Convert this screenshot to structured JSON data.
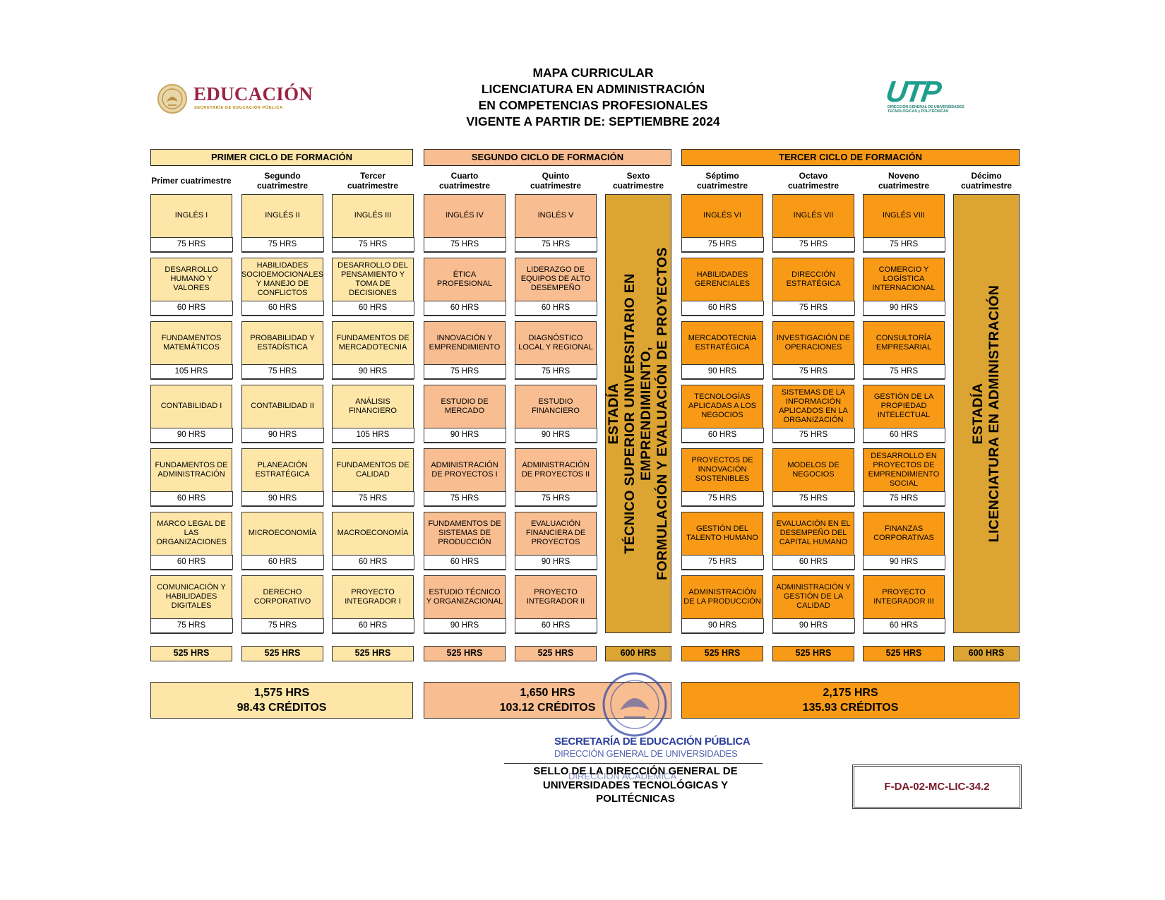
{
  "header": {
    "title_lines": [
      "MAPA CURRICULAR",
      "LICENCIATURA EN ADMINISTRACIÓN",
      "EN COMPETENCIAS PROFESIONALES",
      "VIGENTE A PARTIR DE: SEPTIEMBRE 2024"
    ],
    "logo_left": {
      "word": "EDUCACIÓN",
      "subtitle": "SECRETARÍA DE EDUCACIÓN PÚBLICA"
    },
    "logo_right": {
      "mark": "UTP",
      "subtitle": [
        "DIRECCIÓN GENERAL DE UNIVERSIDADES",
        "TECNOLÓGICAS y POLITÉCNICAS"
      ]
    }
  },
  "colors": {
    "cycle1": "#fde6a8",
    "cycle2": "#f8bd91",
    "cycle3": "#f99a16",
    "stay": "#dca432"
  },
  "cycles": [
    {
      "label": "PRIMER CICLO DE FORMACIÓN",
      "total_hours": "1,575 HRS",
      "total_credits": "98.43 CRÉDITOS"
    },
    {
      "label": "SEGUNDO CICLO DE FORMACIÓN",
      "total_hours": "1,650 HRS",
      "total_credits": "103.12 CRÉDITOS"
    },
    {
      "label": "TERCER CICLO DE FORMACIÓN",
      "total_hours": "2,175 HRS",
      "total_credits": "135.93 CRÉDITOS"
    }
  ],
  "terms": [
    {
      "label_lines": [
        "Primer cuatrimestre"
      ],
      "total": "525 HRS",
      "subjects": [
        {
          "name": "INGLÉS I",
          "hours": "75 HRS"
        },
        {
          "name": "DESARROLLO HUMANO Y VALORES",
          "hours": "60 HRS"
        },
        {
          "name": "FUNDAMENTOS MATEMÁTICOS",
          "hours": "105 HRS"
        },
        {
          "name": "CONTABILIDAD I",
          "hours": "90 HRS"
        },
        {
          "name": "FUNDAMENTOS DE ADMINISTRACIÓN",
          "hours": "60 HRS"
        },
        {
          "name": "MARCO LEGAL DE LAS ORGANIZACIONES",
          "hours": "60 HRS"
        },
        {
          "name": "COMUNICACIÓN Y HABILIDADES DIGITALES",
          "hours": "75 HRS"
        }
      ]
    },
    {
      "label_lines": [
        "Segundo",
        "cuatrimestre"
      ],
      "total": "525 HRS",
      "subjects": [
        {
          "name": "INGLÉS II",
          "hours": "75 HRS"
        },
        {
          "name": "HABILIDADES SOCIOEMOCIONALES Y MANEJO DE CONFLICTOS",
          "hours": "60 HRS"
        },
        {
          "name": "PROBABILIDAD Y ESTADÍSTICA",
          "hours": "75 HRS"
        },
        {
          "name": "CONTABILIDAD II",
          "hours": "90 HRS"
        },
        {
          "name": "PLANEACIÓN ESTRATÉGICA",
          "hours": "90 HRS"
        },
        {
          "name": "MICROECONOMÍA",
          "hours": "60 HRS"
        },
        {
          "name": "DERECHO CORPORATIVO",
          "hours": "75 HRS"
        }
      ]
    },
    {
      "label_lines": [
        "Tercer",
        "cuatrimestre"
      ],
      "total": "525 HRS",
      "subjects": [
        {
          "name": "INGLÉS III",
          "hours": "75 HRS"
        },
        {
          "name": "DESARROLLO DEL PENSAMIENTO Y TOMA DE DECISIONES",
          "hours": "60 HRS"
        },
        {
          "name": "FUNDAMENTOS DE MERCADOTECNIA",
          "hours": "90 HRS"
        },
        {
          "name": "ANÁLISIS FINANCIERO",
          "hours": "105 HRS"
        },
        {
          "name": "FUNDAMENTOS DE CALIDAD",
          "hours": "75 HRS"
        },
        {
          "name": "MACROECONOMÍA",
          "hours": "60 HRS"
        },
        {
          "name": "PROYECTO INTEGRADOR I",
          "hours": "60 HRS"
        }
      ]
    },
    {
      "label_lines": [
        "Cuarto",
        "cuatrimestre"
      ],
      "total": "525 HRS",
      "subjects": [
        {
          "name": "INGLÉS IV",
          "hours": "75 HRS"
        },
        {
          "name": "ÉTICA PROFESIONAL",
          "hours": "60 HRS"
        },
        {
          "name": "INNOVACIÓN Y EMPRENDIMIENTO",
          "hours": "75 HRS"
        },
        {
          "name": "ESTUDIO DE MERCADO",
          "hours": "90 HRS"
        },
        {
          "name": "ADMINISTRACIÓN DE PROYECTOS I",
          "hours": "75 HRS"
        },
        {
          "name": "FUNDAMENTOS DE SISTEMAS DE PRODUCCIÓN",
          "hours": "60 HRS"
        },
        {
          "name": "ESTUDIO TÉCNICO Y ORGANIZACIONAL",
          "hours": "90 HRS"
        }
      ]
    },
    {
      "label_lines": [
        "Quinto",
        "cuatrimestre"
      ],
      "total": "525 HRS",
      "subjects": [
        {
          "name": "INGLÉS V",
          "hours": "75 HRS"
        },
        {
          "name": "LIDERAZGO DE EQUIPOS DE ALTO DESEMPEÑO",
          "hours": "60 HRS"
        },
        {
          "name": "DIAGNÓSTICO LOCAL Y REGIONAL",
          "hours": "75 HRS"
        },
        {
          "name": "ESTUDIO FINANCIERO",
          "hours": "90 HRS"
        },
        {
          "name": "ADMINISTRACIÓN DE PROYECTOS II",
          "hours": "75 HRS"
        },
        {
          "name": "EVALUACIÓN FINANCIERA DE PROYECTOS",
          "hours": "90 HRS"
        },
        {
          "name": "PROYECTO INTEGRADOR II",
          "hours": "60 HRS"
        }
      ]
    },
    {
      "label_lines": [
        "Sexto",
        "cuatrimestre"
      ],
      "total": "600 HRS",
      "stay_lines": [
        "ESTADÍA",
        "TÉCNICO SUPERIOR UNIVERSITARIO EN EMPRENDIMIENTO,",
        "FORMULACIÓN Y EVALUACIÓN DE PROYECTOS"
      ]
    },
    {
      "label_lines": [
        "Séptimo",
        "cuatrimestre"
      ],
      "total": "525 HRS",
      "subjects": [
        {
          "name": "INGLÉS VI",
          "hours": "75 HRS"
        },
        {
          "name": "HABILIDADES GERENCIALES",
          "hours": "60 HRS"
        },
        {
          "name": "MERCADOTECNIA ESTRATÉGICA",
          "hours": "90 HRS"
        },
        {
          "name": "TECNOLOGÍAS APLICADAS A LOS NEGOCIOS",
          "hours": "60 HRS"
        },
        {
          "name": "PROYECTOS DE INNOVACIÓN SOSTENIBLES",
          "hours": "75 HRS"
        },
        {
          "name": "GESTIÓN DEL TALENTO HUMANO",
          "hours": "75 HRS"
        },
        {
          "name": "ADMINISTRACIÓN DE LA PRODUCCIÓN",
          "hours": "90 HRS"
        }
      ]
    },
    {
      "label_lines": [
        "Octavo",
        "cuatrimestre"
      ],
      "total": "525 HRS",
      "subjects": [
        {
          "name": "INGLÉS VII",
          "hours": "75 HRS"
        },
        {
          "name": "DIRECCIÓN ESTRATÉGICA",
          "hours": "75 HRS"
        },
        {
          "name": "INVESTIGACIÓN DE OPERACIONES",
          "hours": "75 HRS"
        },
        {
          "name": "SISTEMAS DE LA INFORMACIÓN APLICADOS EN LA ORGANIZACIÓN",
          "hours": "75 HRS"
        },
        {
          "name": "MODELOS DE NEGOCIOS",
          "hours": "75 HRS"
        },
        {
          "name": "EVALUACIÓN EN EL DESEMPEÑO DEL CAPITAL HUMANO",
          "hours": "60 HRS"
        },
        {
          "name": "ADMINISTRACIÓN Y GESTIÓN DE LA CALIDAD",
          "hours": "90 HRS"
        }
      ]
    },
    {
      "label_lines": [
        "Noveno",
        "cuatrimestre"
      ],
      "total": "525 HRS",
      "subjects": [
        {
          "name": "INGLÉS  VIII",
          "hours": "75 HRS"
        },
        {
          "name": "COMERCIO Y LOGÍSTICA INTERNACIONAL",
          "hours": "90 HRS"
        },
        {
          "name": "CONSULTORÍA EMPRESARIAL",
          "hours": "75 HRS"
        },
        {
          "name": "GESTIÓN DE LA PROPIEDAD INTELECTUAL",
          "hours": "60 HRS"
        },
        {
          "name": "DESARROLLO EN PROYECTOS DE EMPRENDIMIENTO SOCIAL",
          "hours": "75 HRS"
        },
        {
          "name": "FINANZAS CORPORATIVAS",
          "hours": "90 HRS"
        },
        {
          "name": "PROYECTO INTEGRADOR III",
          "hours": "60 HRS"
        }
      ]
    },
    {
      "label_lines": [
        "Décimo",
        "cuatrimestre"
      ],
      "total": "600 HRS",
      "stay_lines": [
        "ESTADÍA",
        "LICENCIATURA EN ADMINISTRACIÓN"
      ]
    }
  ],
  "stamp": {
    "lines": [
      "SECRETARÍA DE EDUCACIÓN PÚBLICA",
      "DIRECCIÓN GENERAL DE UNIVERSIDADES",
      "DIRECCIÓN ACADÉMICA"
    ]
  },
  "signature_label": "SELLO DE LA DIRECCIÓN GENERAL DE UNIVERSIDADES TECNOLÓGICAS Y POLITÉCNICAS",
  "document_code": "F-DA-02-MC-LIC-34.2"
}
